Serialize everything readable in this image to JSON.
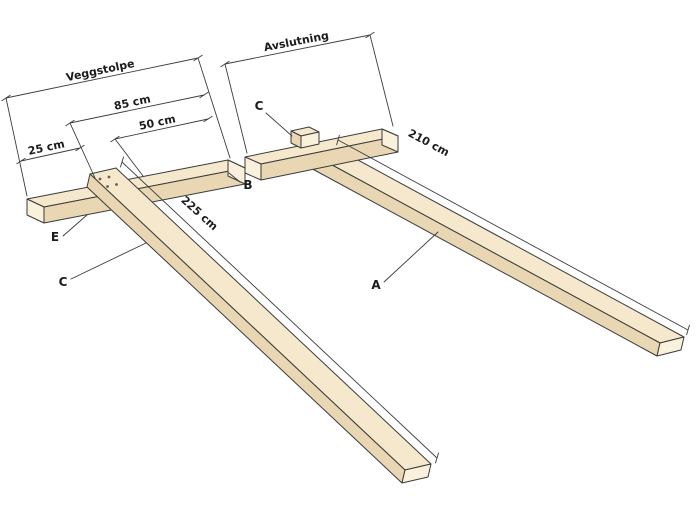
{
  "diagram": {
    "background": "#ffffff",
    "colors": {
      "wood_top": "#f5e8cc",
      "wood_front": "#e9d6b3",
      "wood_end": "#faf1dd",
      "outline": "#3b3b3b",
      "dimension_line": "#3d3d3d",
      "text": "#1c1c1c",
      "screw": "#6e5f46"
    },
    "dimensions": {
      "veggstolpe": "Veggstolpe",
      "avslutning": "Avslutning",
      "d85": "85 cm",
      "d50": "50 cm",
      "d25": "25 cm",
      "d225": "225 cm",
      "d210": "210 cm"
    },
    "part_labels": {
      "a": "A",
      "b": "B",
      "c_top": "C",
      "c_lower": "C",
      "e": "E"
    }
  }
}
